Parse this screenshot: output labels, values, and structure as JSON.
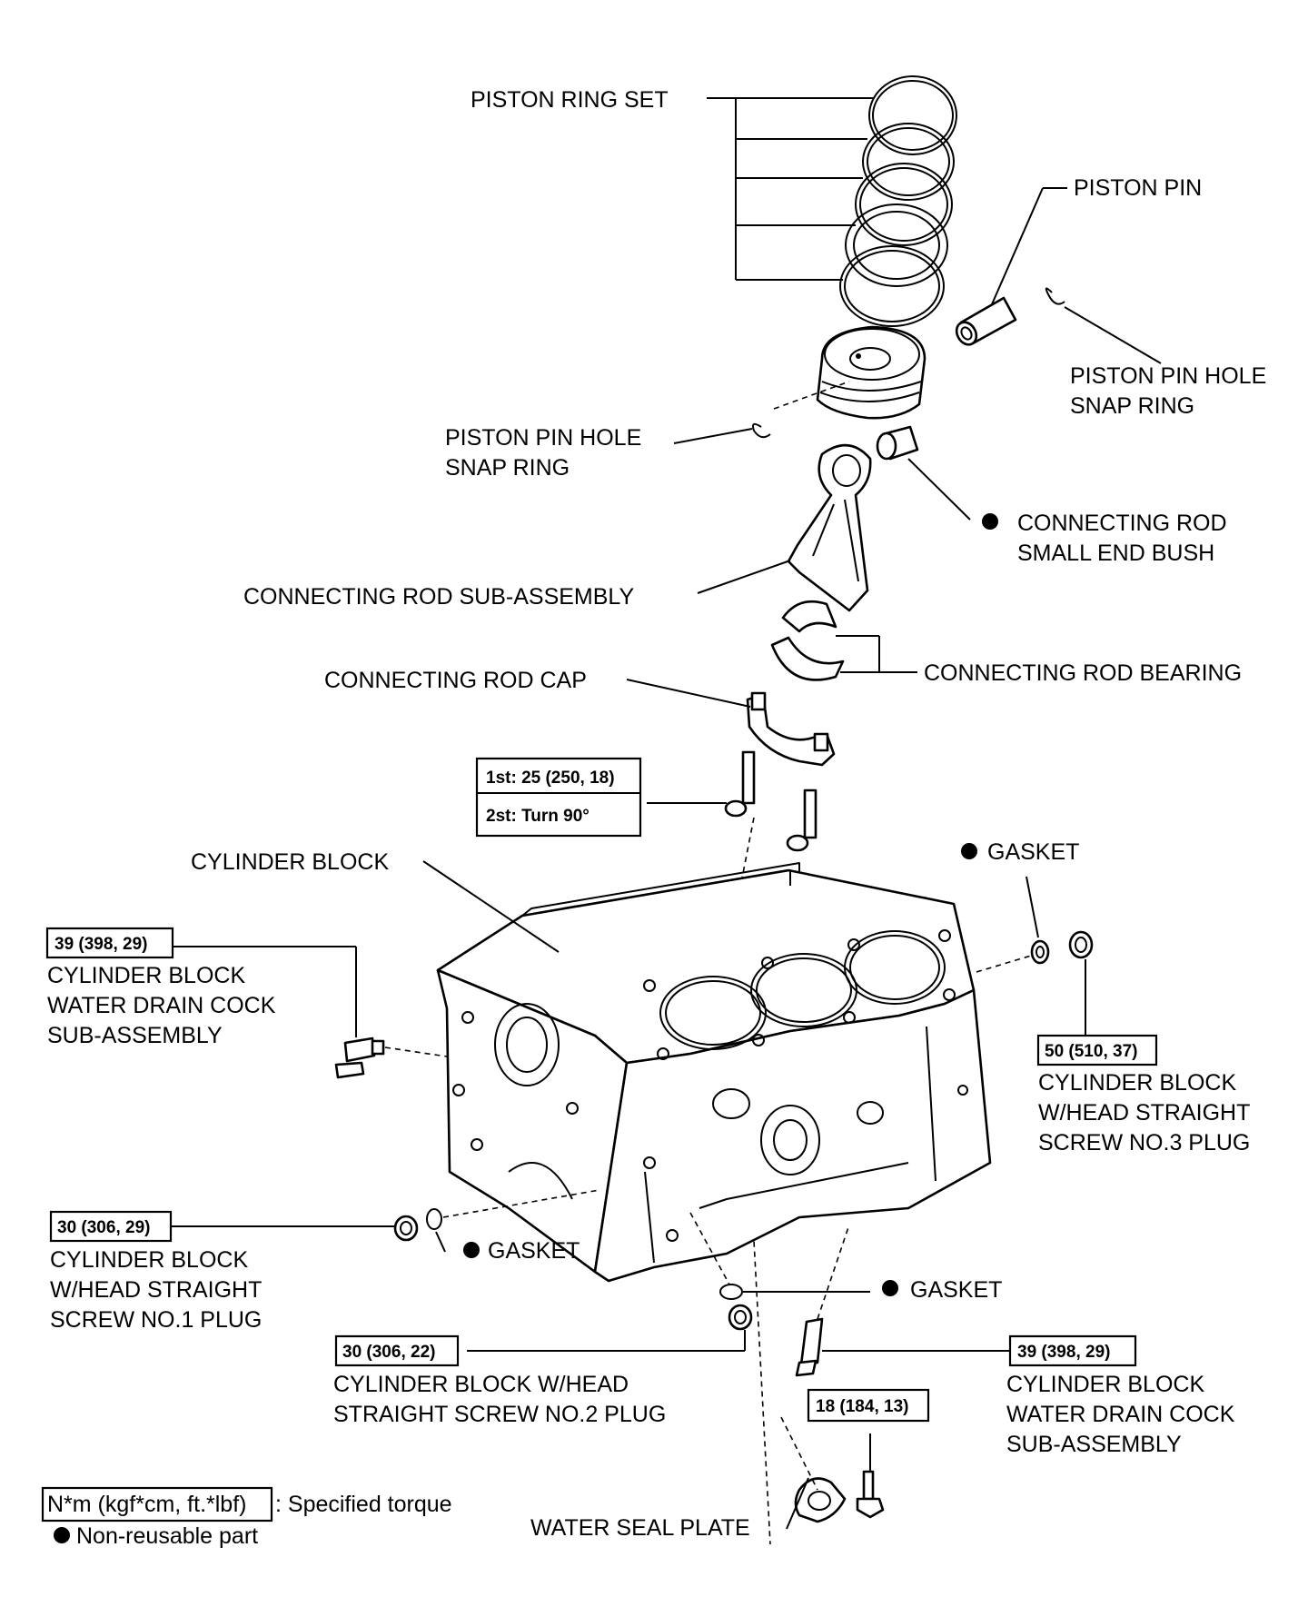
{
  "labels": {
    "piston_ring_set": "PISTON RING SET",
    "piston_pin": "PISTON PIN",
    "piston_pin_hole_snap_ring_right": [
      "PISTON PIN HOLE",
      "SNAP RING"
    ],
    "piston_pin_hole_snap_ring_left": [
      "PISTON PIN HOLE",
      "SNAP RING"
    ],
    "connecting_rod_small_end_bush": [
      "CONNECTING ROD",
      "SMALL END BUSH"
    ],
    "connecting_rod_sub_assembly": "CONNECTING ROD SUB-ASSEMBLY",
    "connecting_rod_bearing": "CONNECTING ROD BEARING",
    "connecting_rod_cap": "CONNECTING ROD CAP",
    "cylinder_block": "CYLINDER BLOCK",
    "gasket_top": "GASKET",
    "gasket_left": "GASKET",
    "gasket_bottom": "GASKET",
    "water_drain_cock_left": [
      "CYLINDER BLOCK",
      "WATER DRAIN COCK",
      "SUB-ASSEMBLY"
    ],
    "screw_no3_plug": [
      "CYLINDER BLOCK",
      "W/HEAD STRAIGHT",
      "SCREW NO.3 PLUG"
    ],
    "screw_no1_plug": [
      "CYLINDER BLOCK",
      "W/HEAD STRAIGHT",
      "SCREW NO.1 PLUG"
    ],
    "screw_no2_plug": [
      "CYLINDER BLOCK W/HEAD",
      "STRAIGHT SCREW NO.2 PLUG"
    ],
    "water_drain_cock_right": [
      "CYLINDER BLOCK",
      "WATER DRAIN COCK",
      "SUB-ASSEMBLY"
    ],
    "water_seal_plate": "WATER SEAL PLATE"
  },
  "torques": {
    "rod_cap_bolt_1st": "1st: 25 (250, 18)",
    "rod_cap_bolt_2nd": "2st: Turn 90°",
    "water_drain_cock_left": "39 (398, 29)",
    "screw_no3_plug": "50 (510, 37)",
    "screw_no1_plug": "30 (306, 29)",
    "screw_no2_plug": "30 (306, 22)",
    "water_drain_cock_right": "39 (398, 29)",
    "water_seal_plate": "18 (184, 13)"
  },
  "legend": {
    "torque_unit": "N*m (kgf*cm, ft.*lbf)",
    "torque_desc": ": Specified torque",
    "non_reusable": "Non-reusable part"
  },
  "icons": {
    "non_reusable": "filled-circle-icon"
  }
}
